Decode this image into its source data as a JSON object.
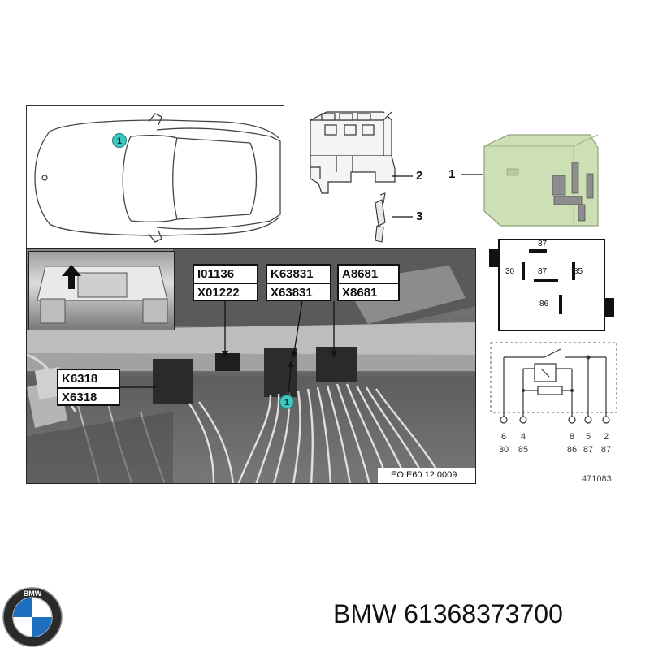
{
  "diagram": {
    "callouts": [
      "1",
      "2",
      "3",
      "1"
    ],
    "marker_label": "1",
    "labels": {
      "box_a": [
        "I01136",
        "X01222"
      ],
      "box_b": [
        "K63831",
        "X63831"
      ],
      "box_c": [
        "A8681",
        "X8681"
      ],
      "box_d": [
        "K6318",
        "X6318"
      ]
    },
    "photo_code": "EO E60 12 0009",
    "relay_pins": [
      "87",
      "30",
      "87",
      "85",
      "86"
    ],
    "schematic_top": [
      "6",
      "4",
      "8",
      "5",
      "2"
    ],
    "schematic_bottom": [
      "30",
      "85",
      "86",
      "87",
      "87"
    ],
    "figure_number": "471083"
  },
  "brand": {
    "logo_name": "bmw-roundel",
    "logo_letters": "BMW",
    "caption": "BMW 61368373700"
  },
  "colors": {
    "relay_green": "#cddfb4",
    "marker_teal": "#3cc7bf",
    "photo_gray": "#6a6a6a"
  }
}
